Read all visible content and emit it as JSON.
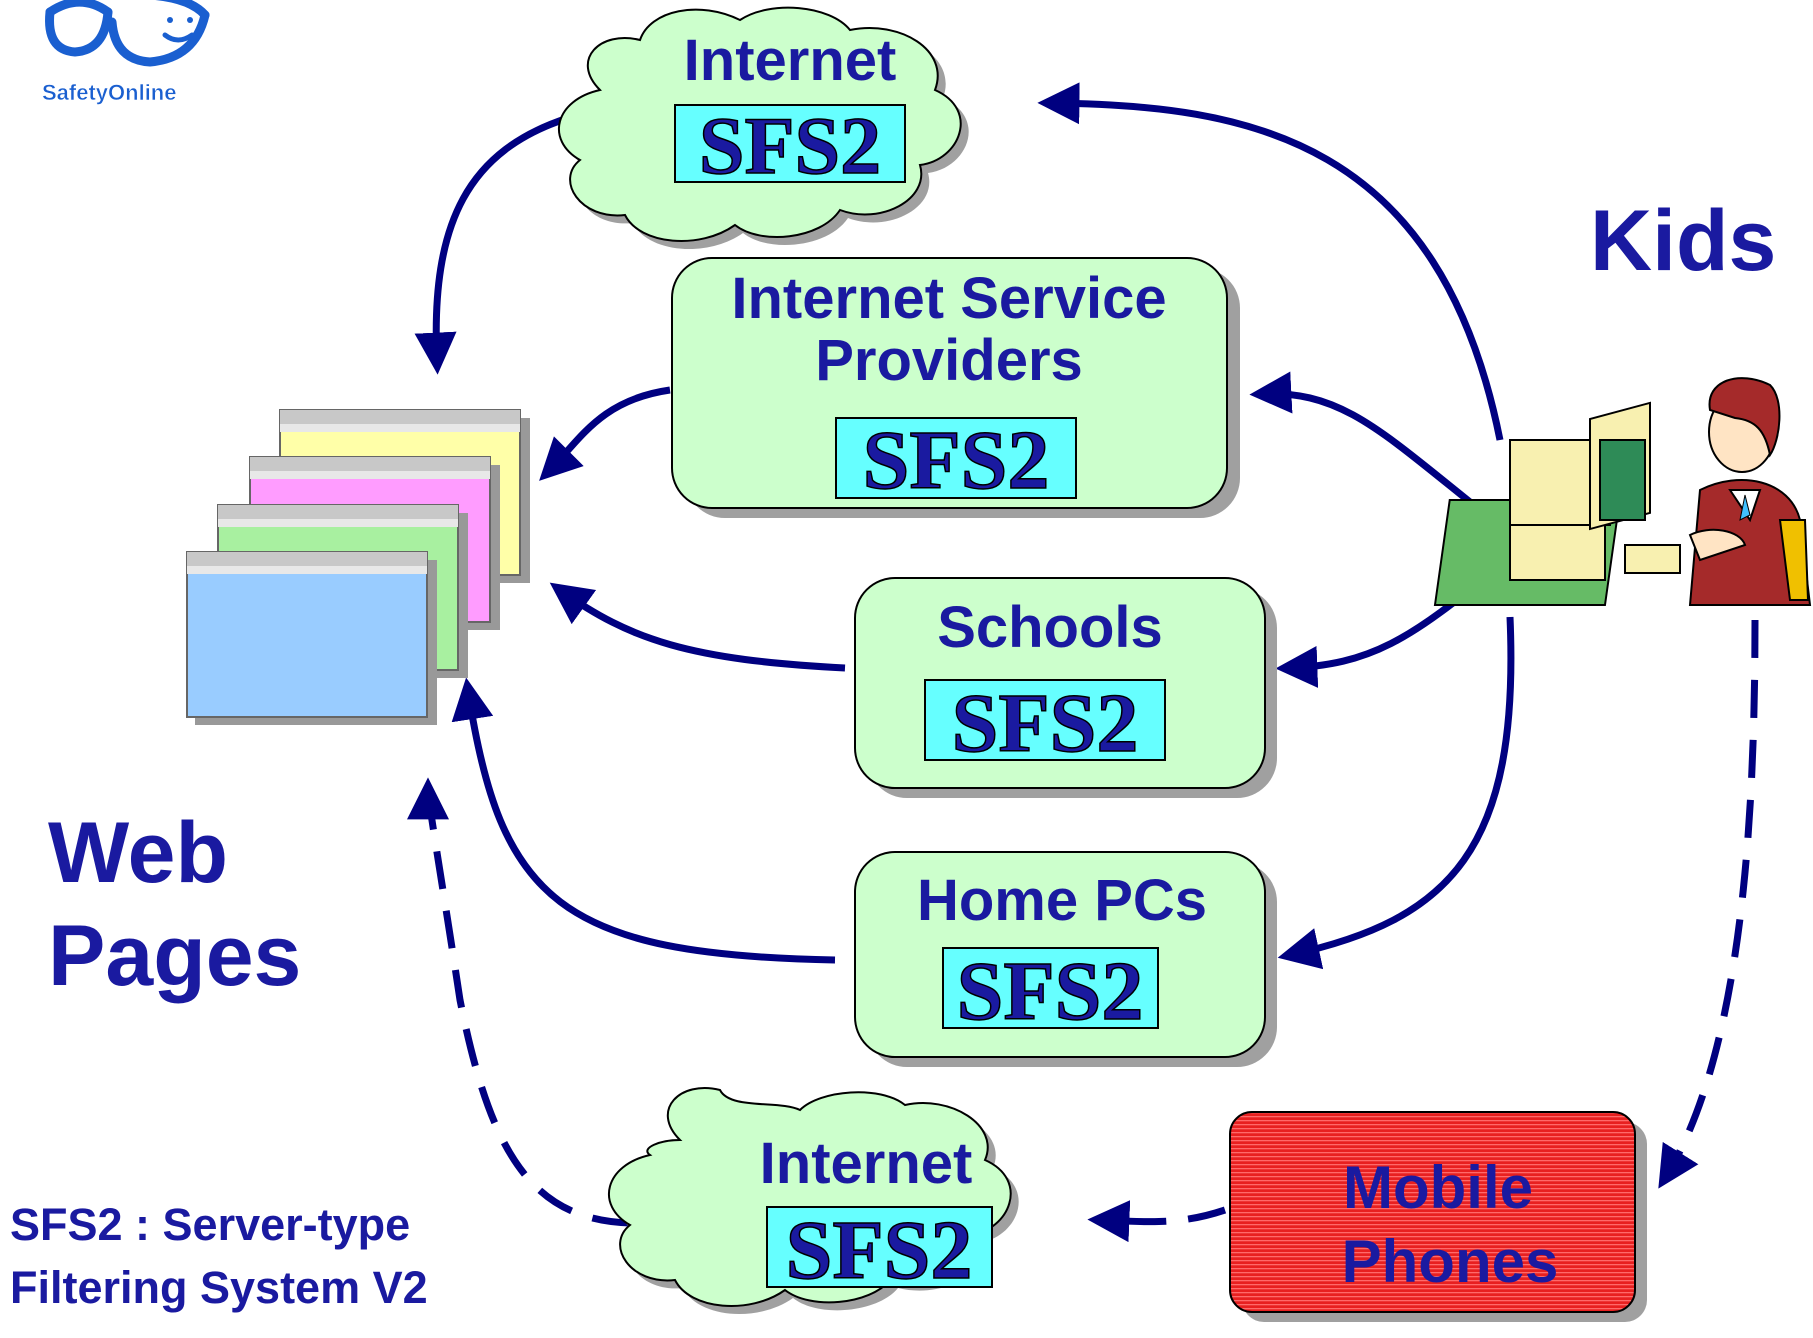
{
  "logo": {
    "text": "SafetyOnline"
  },
  "labels": {
    "kids": "Kids",
    "web_line1": "Web",
    "web_line2": "Pages",
    "legend_line1": "SFS2 : Server-type",
    "legend_line2": "Filtering System V2"
  },
  "nodes": {
    "internet_top": {
      "label": "Internet",
      "badge": "SFS2"
    },
    "isp": {
      "label_line1": "Internet Service",
      "label_line2": "Providers",
      "badge": "SFS2"
    },
    "schools": {
      "label": "Schools",
      "badge": "SFS2"
    },
    "home_pcs": {
      "label": "Home PCs",
      "badge": "SFS2"
    },
    "internet_bottom": {
      "label": "Internet",
      "badge": "SFS2"
    },
    "mobile": {
      "label_line1": "Mobile",
      "label_line2": "Phones"
    }
  },
  "colors": {
    "primary_text": "#1a1aa0",
    "arrow": "#000080",
    "cloud_fill": "#ccffcc",
    "box_fill": "#ccffcc",
    "badge_fill": "#66ffff",
    "mobile_fill": "#e82020",
    "shadow": "#a0a0a0"
  }
}
